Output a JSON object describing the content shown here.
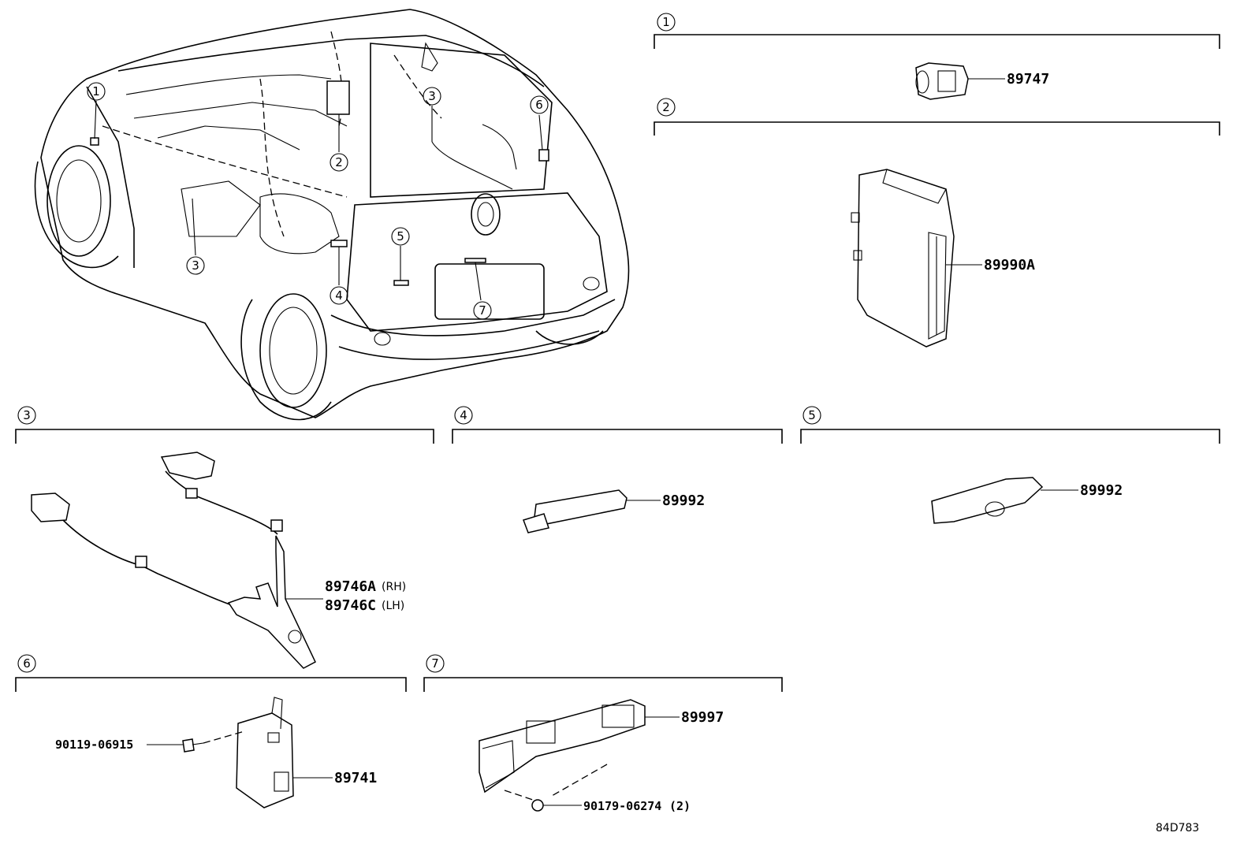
{
  "car": {
    "callouts": [
      "1",
      "2",
      "3",
      "3",
      "4",
      "5",
      "6",
      "7"
    ]
  },
  "sections": [
    {
      "num": "1",
      "parts": [
        "89747"
      ]
    },
    {
      "num": "2",
      "parts": [
        "89990A"
      ]
    },
    {
      "num": "3",
      "parts": [
        "89746A",
        "89746C"
      ],
      "qualifiers": [
        "(RH)",
        "(LH)"
      ]
    },
    {
      "num": "4",
      "parts": [
        "89992"
      ]
    },
    {
      "num": "5",
      "parts": [
        "89992"
      ]
    },
    {
      "num": "6",
      "parts": [
        "90119-06915",
        "89741"
      ]
    },
    {
      "num": "7",
      "parts": [
        "89997",
        "90179-06274"
      ],
      "qualifiers": [
        "(2)"
      ]
    }
  ],
  "doc_id": "84D783"
}
